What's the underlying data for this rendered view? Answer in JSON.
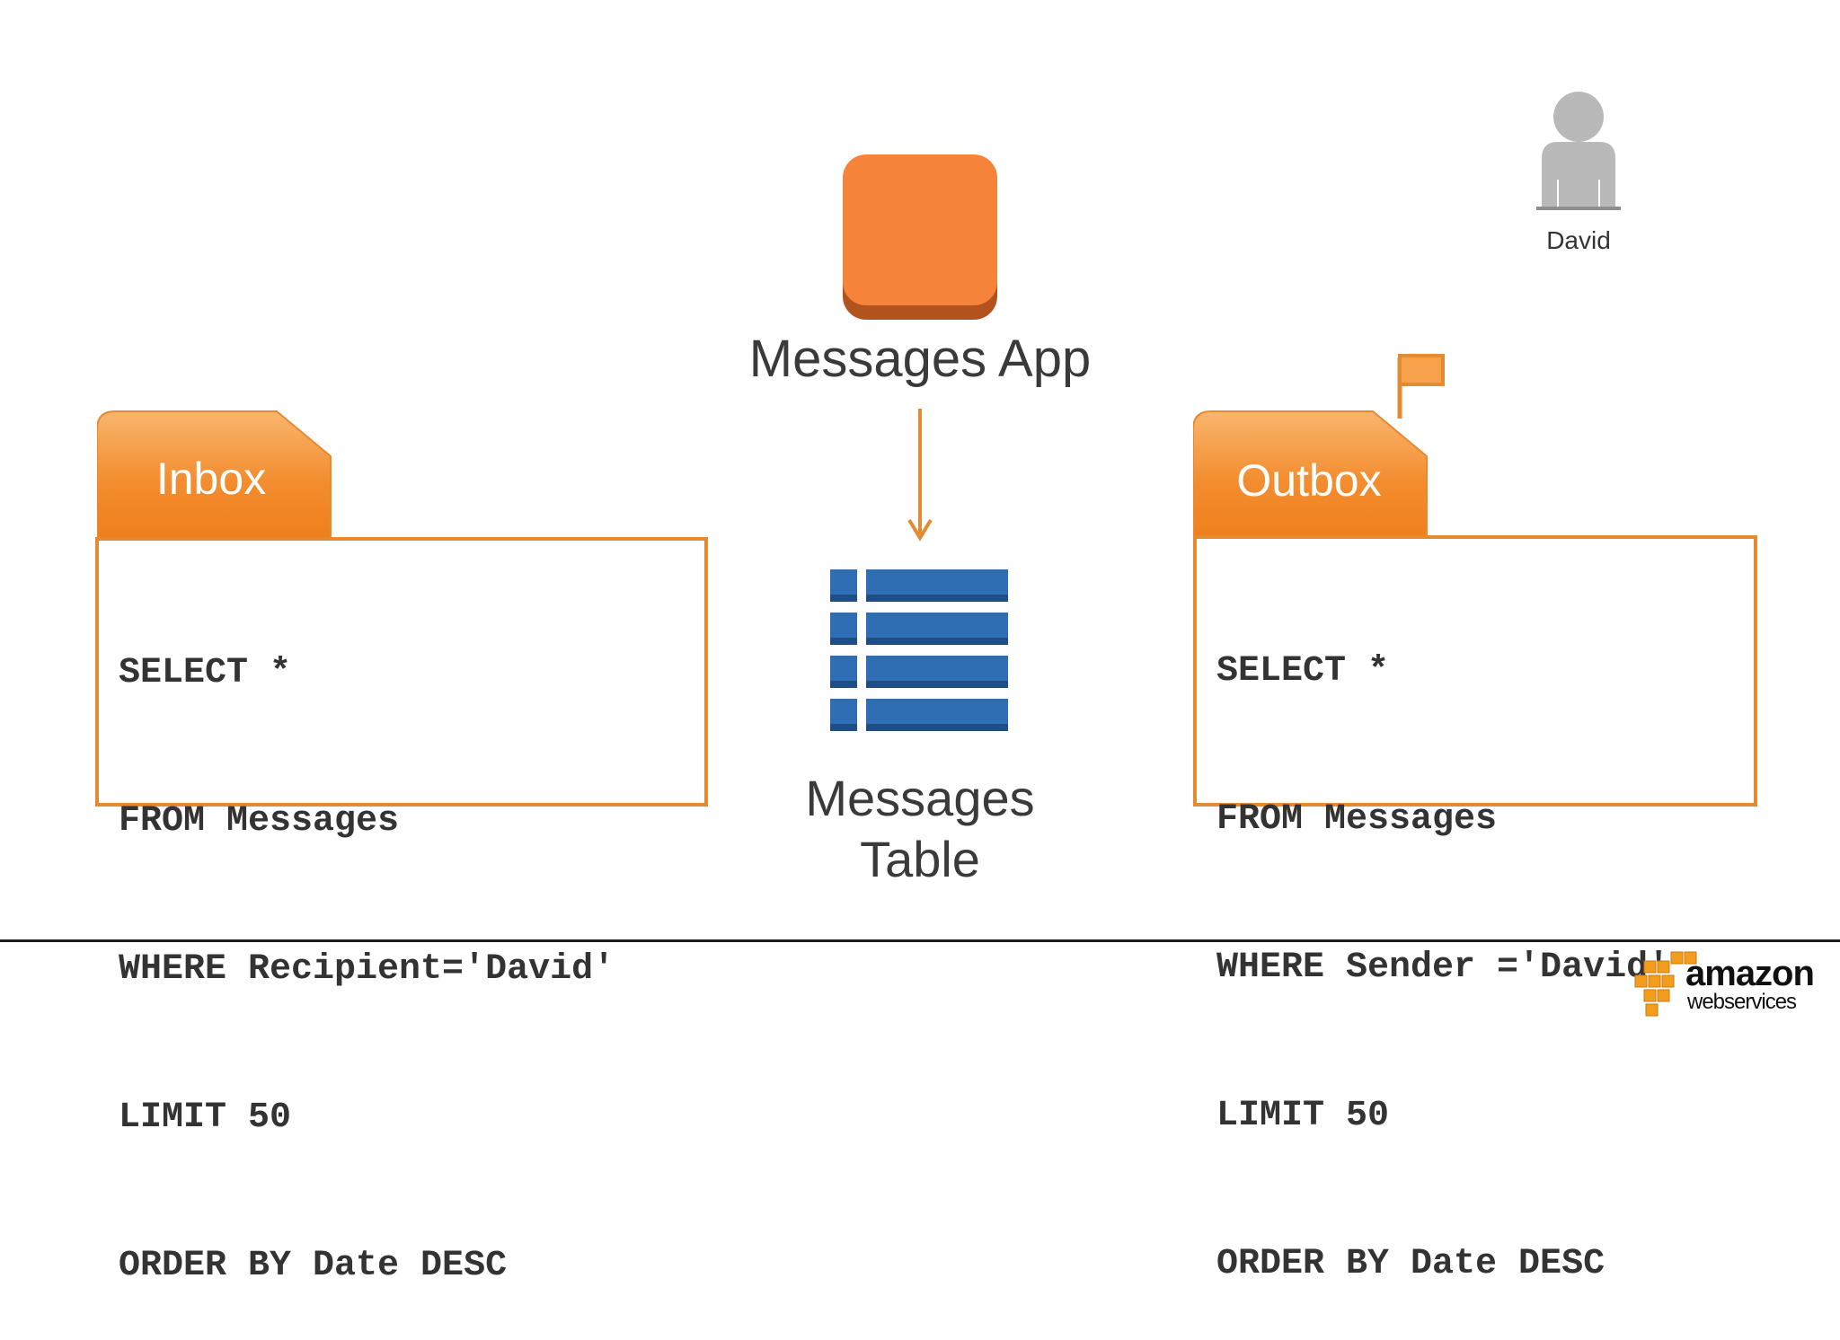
{
  "user": {
    "name": "David"
  },
  "app": {
    "label": "Messages App"
  },
  "table": {
    "label_line1": "Messages",
    "label_line2": "Table"
  },
  "inbox": {
    "label": "Inbox",
    "query": [
      "SELECT *",
      "FROM Messages",
      "WHERE Recipient='David'",
      "LIMIT 50",
      "ORDER BY Date DESC"
    ]
  },
  "outbox": {
    "label": "Outbox",
    "query": [
      "SELECT *",
      "FROM Messages",
      "WHERE Sender ='David'",
      "LIMIT 50",
      "ORDER BY Date DESC"
    ]
  },
  "logo": {
    "word1": "amazon",
    "word2": "webservices"
  },
  "colors": {
    "accent": "#e48a30",
    "app": "#f5843a",
    "app_shadow": "#b2531d",
    "table_blue": "#2f6db5",
    "table_dark": "#1d4f86",
    "user_gray": "#b9b9b9",
    "text": "#3a3a3a"
  }
}
